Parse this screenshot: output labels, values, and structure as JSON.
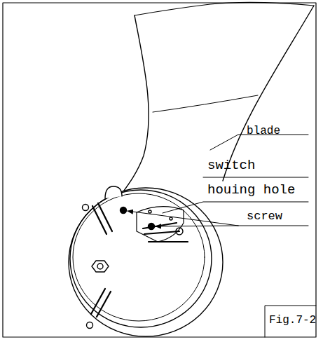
{
  "diagram": {
    "labels": [
      "blade",
      "switch houing hole",
      "screw",
      "Fig.7-2"
    ]
  }
}
